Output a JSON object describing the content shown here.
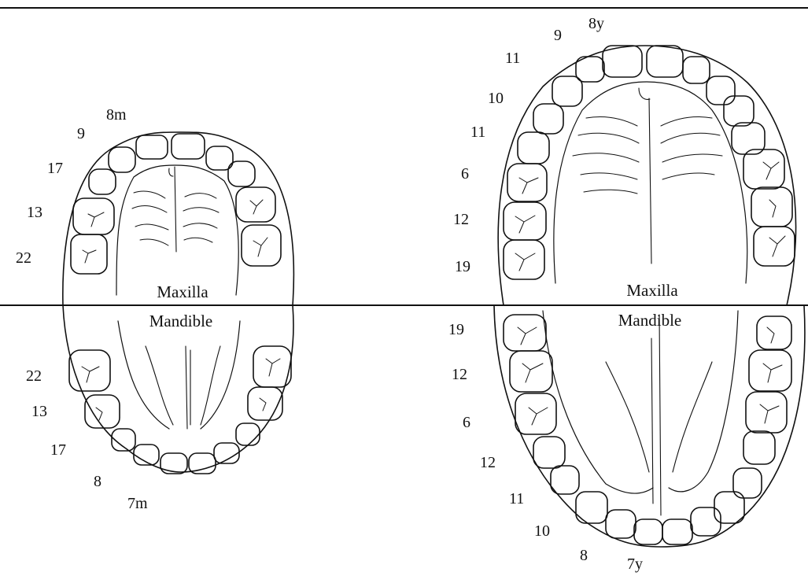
{
  "left_arch": {
    "maxilla_label": "Maxilla",
    "mandible_label": "Mandible",
    "upper_eruption_labels": [
      "8m",
      "9",
      "17",
      "13",
      "22"
    ],
    "lower_eruption_labels": [
      "22",
      "13",
      "17",
      "8",
      "7m"
    ]
  },
  "right_arch": {
    "maxilla_label": "Maxilla",
    "mandible_label": "Mandible",
    "upper_eruption_labels": [
      "8y",
      "9",
      "11",
      "10",
      "11",
      "6",
      "12",
      "19"
    ],
    "lower_eruption_labels": [
      "19",
      "12",
      "6",
      "12",
      "11",
      "10",
      "8",
      "7y"
    ]
  }
}
